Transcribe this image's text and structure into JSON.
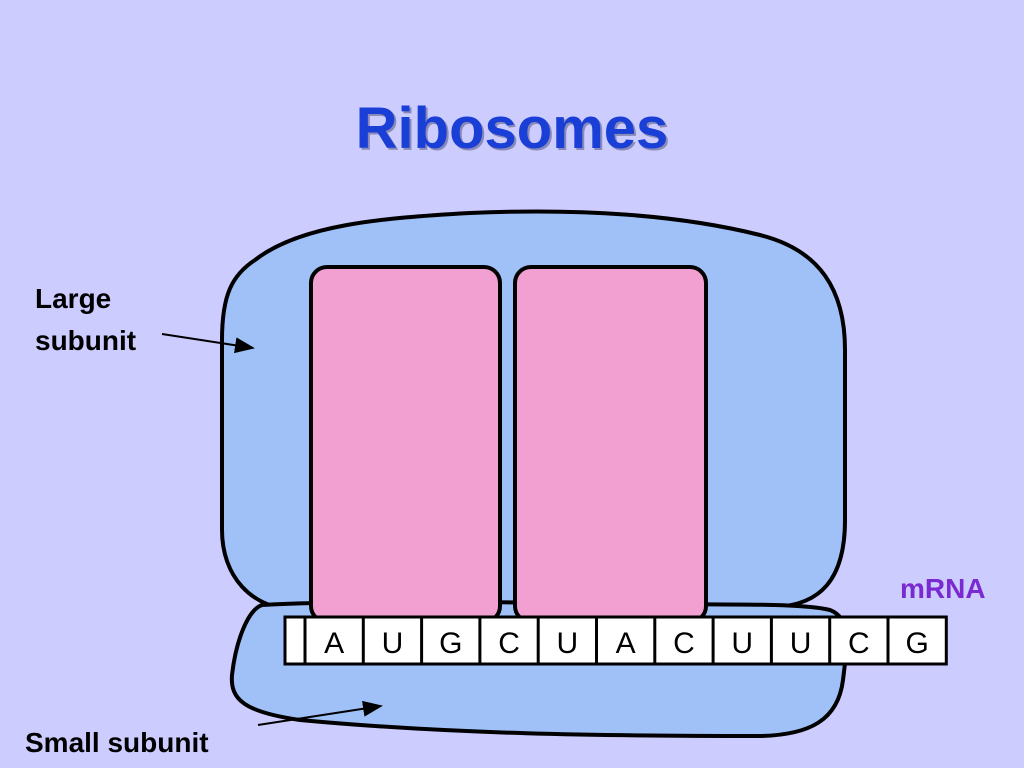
{
  "slide": {
    "title": "Ribosomes"
  },
  "labels": {
    "large_subunit_line1": "Large",
    "large_subunit_line2": "subunit",
    "small_subunit": "Small subunit",
    "mrna": "mRNA"
  },
  "mrna_bases": [
    "A",
    "U",
    "G",
    "C",
    "U",
    "A",
    "C",
    "U",
    "U",
    "C",
    "G"
  ],
  "colors": {
    "background": "#ccccff",
    "title": "#1a3fd6",
    "subunit_fill": "#a0c0f8",
    "site_fill": "#f2a0d2",
    "mrna_label": "#7a2ad0",
    "outline": "#000000",
    "strand_fill": "#ffffff"
  }
}
